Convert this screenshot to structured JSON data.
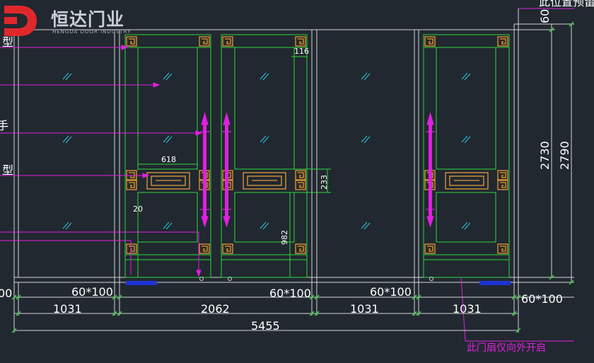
{
  "brand": {
    "name_cn": "恒达门业",
    "name_en": "HENGDA DOOR INDUSTRY"
  },
  "colors": {
    "background": "#212830",
    "frame": "#d4d4d4",
    "green": "#2fd63d",
    "magenta": "#e020e0",
    "ornament": "#e09a3c",
    "cyan": "#2cc6e0",
    "blue": "#1f33d6",
    "text": "#ffffff"
  },
  "annotations": {
    "left_fragments": [
      "型",
      "手",
      "型"
    ],
    "top_right": "此位置预留",
    "bottom_note": "此门扇仅向外开启"
  },
  "dimensions": {
    "top_gap": "60",
    "panel_height": "2730",
    "total_height": "2790",
    "handle_offset": "116",
    "inner_width": "618",
    "ornament_height": "233",
    "ornament_gap": "20",
    "handle_height": "982",
    "post_left_partial": "00",
    "post_1": "60*100",
    "post_2": "60*100",
    "post_3": "60*100",
    "post_4": "60*100",
    "seg_1": "1031",
    "seg_2": "2062",
    "seg_3": "1031",
    "seg_4": "1031",
    "total": "5455"
  }
}
